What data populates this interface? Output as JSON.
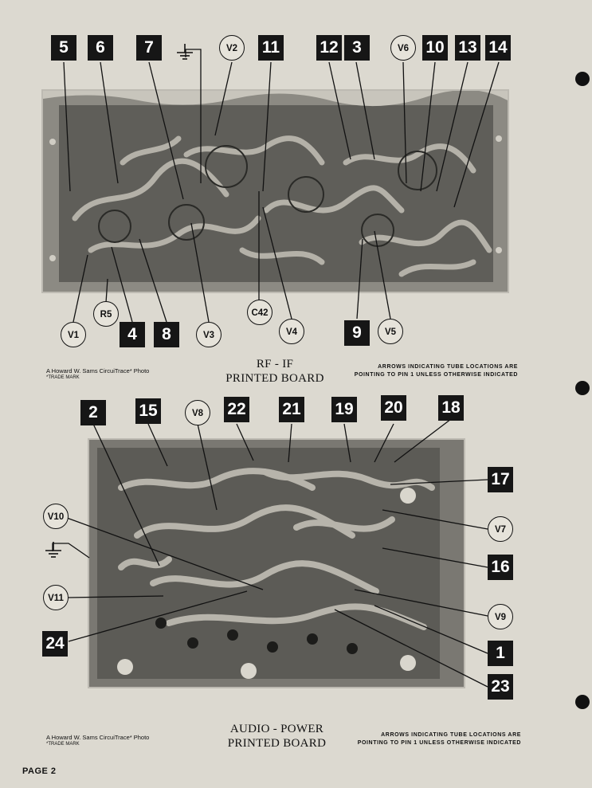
{
  "page_label": "PAGE 2",
  "rf_board": {
    "title_line1": "RF - IF",
    "title_line2": "PRINTED BOARD",
    "credit": "A Howard W. Sams CircuiTrace* Photo",
    "trademark": "*TRADE MARK",
    "note_line1": "ARROWS INDICATING TUBE LOCATIONS ARE",
    "note_line2": "POINTING TO PIN 1 UNLESS OTHERWISE INDICATED",
    "labels": {
      "n5": "5",
      "n6": "6",
      "n7": "7",
      "v2": "V2",
      "n11": "11",
      "n12": "12",
      "n3": "3",
      "v6": "V6",
      "n10": "10",
      "n13": "13",
      "n14": "14",
      "v1": "V1",
      "r5": "R5",
      "n4": "4",
      "n8": "8",
      "v3": "V3",
      "c42": "C42",
      "v4": "V4",
      "n9": "9",
      "v5": "V5"
    }
  },
  "audio_board": {
    "title_line1": "AUDIO - POWER",
    "title_line2": "PRINTED BOARD",
    "credit": "A Howard W. Sams CircuiTrace* Photo",
    "trademark": "*TRADE MARK",
    "note_line1": "ARROWS INDICATING TUBE LOCATIONS ARE",
    "note_line2": "POINTING TO PIN 1 UNLESS OTHERWISE INDICATED",
    "labels": {
      "n2": "2",
      "n15": "15",
      "v8": "V8",
      "n22": "22",
      "n21": "21",
      "n19": "19",
      "n20": "20",
      "n18": "18",
      "n17": "17",
      "v10": "V10",
      "v7": "V7",
      "n16": "16",
      "v11": "V11",
      "v9": "V9",
      "n24": "24",
      "n1": "1",
      "n23": "23"
    }
  },
  "colors": {
    "paper": "#dcd9d0",
    "board": "#6e6e68",
    "marker": "#161616"
  },
  "icons": [
    "ground-icon",
    "binder-hole-icon"
  ]
}
